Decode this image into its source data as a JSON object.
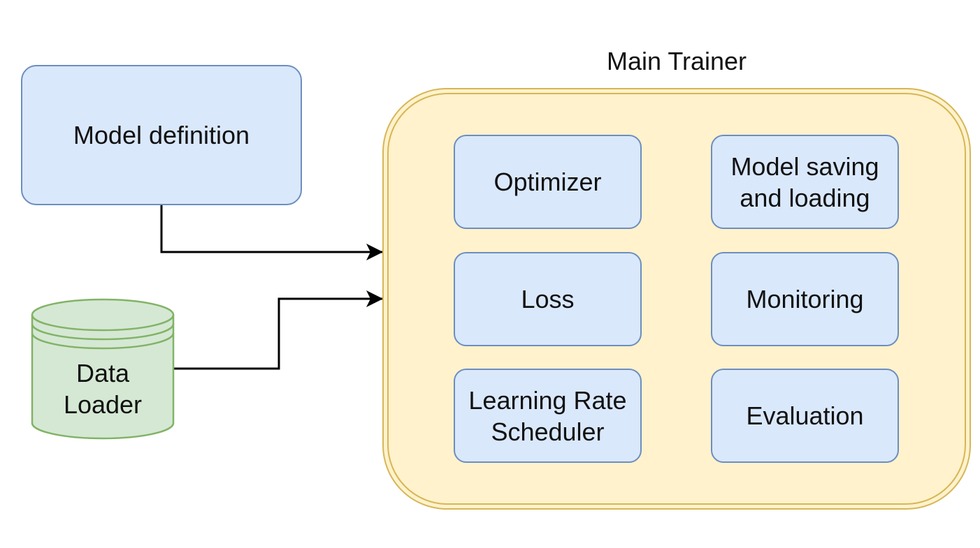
{
  "diagram": {
    "model_definition": "Model definition",
    "data_loader": [
      "Data",
      "Loader"
    ],
    "main_trainer": {
      "title": "Main Trainer",
      "components": {
        "optimizer": "Optimizer",
        "model_saving": [
          "Model saving",
          "and loading"
        ],
        "loss": "Loss",
        "monitoring": "Monitoring",
        "lr_scheduler": [
          "Learning Rate",
          "Scheduler"
        ],
        "evaluation": "Evaluation"
      }
    },
    "colors": {
      "blue_fill": "#dae8fc",
      "blue_stroke": "#6c8ebf",
      "green_fill": "#d5e8d4",
      "green_stroke": "#82b366",
      "yellow_fill": "#fff2cc",
      "yellow_stroke": "#d6b656",
      "arrow": "#000000"
    }
  }
}
